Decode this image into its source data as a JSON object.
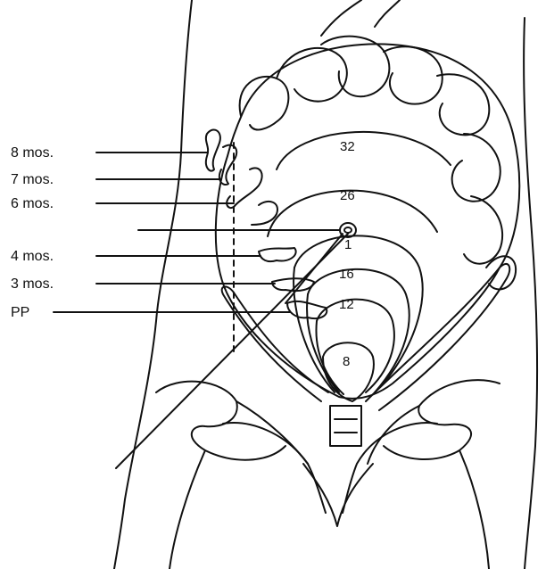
{
  "month_labels": [
    {
      "id": "8mos",
      "text": "8 mos."
    },
    {
      "id": "7mos",
      "text": "7 mos."
    },
    {
      "id": "6mos",
      "text": "6 mos."
    },
    {
      "id": "4mos",
      "text": "4 mos."
    },
    {
      "id": "3mos",
      "text": "3 mos."
    },
    {
      "id": "pp",
      "text": "PP"
    }
  ],
  "week_labels": [
    {
      "id": "w32",
      "text": "32"
    },
    {
      "id": "w26",
      "text": "26"
    },
    {
      "id": "w20",
      "text": "1"
    },
    {
      "id": "w16",
      "text": "16"
    },
    {
      "id": "w12",
      "text": "12"
    },
    {
      "id": "w8",
      "text": "8"
    }
  ]
}
